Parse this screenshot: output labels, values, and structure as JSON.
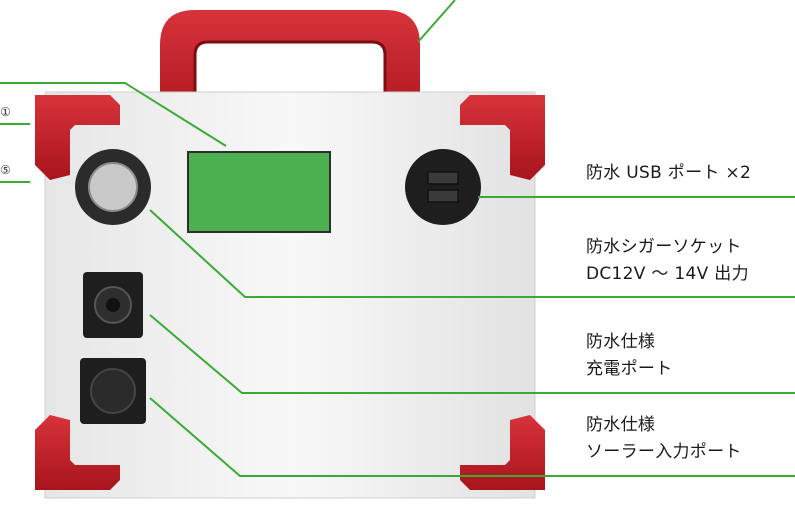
{
  "product": {
    "body_color": "#f1f1f1",
    "handle_color": "#c9222b",
    "display_color": "#4caf50",
    "leader_color": "#3aaa35"
  },
  "left_markers": [
    "①",
    "⑤"
  ],
  "callouts": [
    {
      "id": "usb",
      "lines": [
        "防水 USB ポート ×2"
      ]
    },
    {
      "id": "cigar",
      "lines": [
        "防水シガーソケット",
        "DC12V ～ 14V 出力"
      ]
    },
    {
      "id": "charge",
      "lines": [
        "防水仕様",
        "充電ポート"
      ]
    },
    {
      "id": "solar",
      "lines": [
        "防水仕様",
        "ソーラー入力ポート"
      ]
    }
  ],
  "icons": [
    "usb-port-icon",
    "cigar-socket-icon",
    "charge-port-icon",
    "solar-port-icon"
  ]
}
